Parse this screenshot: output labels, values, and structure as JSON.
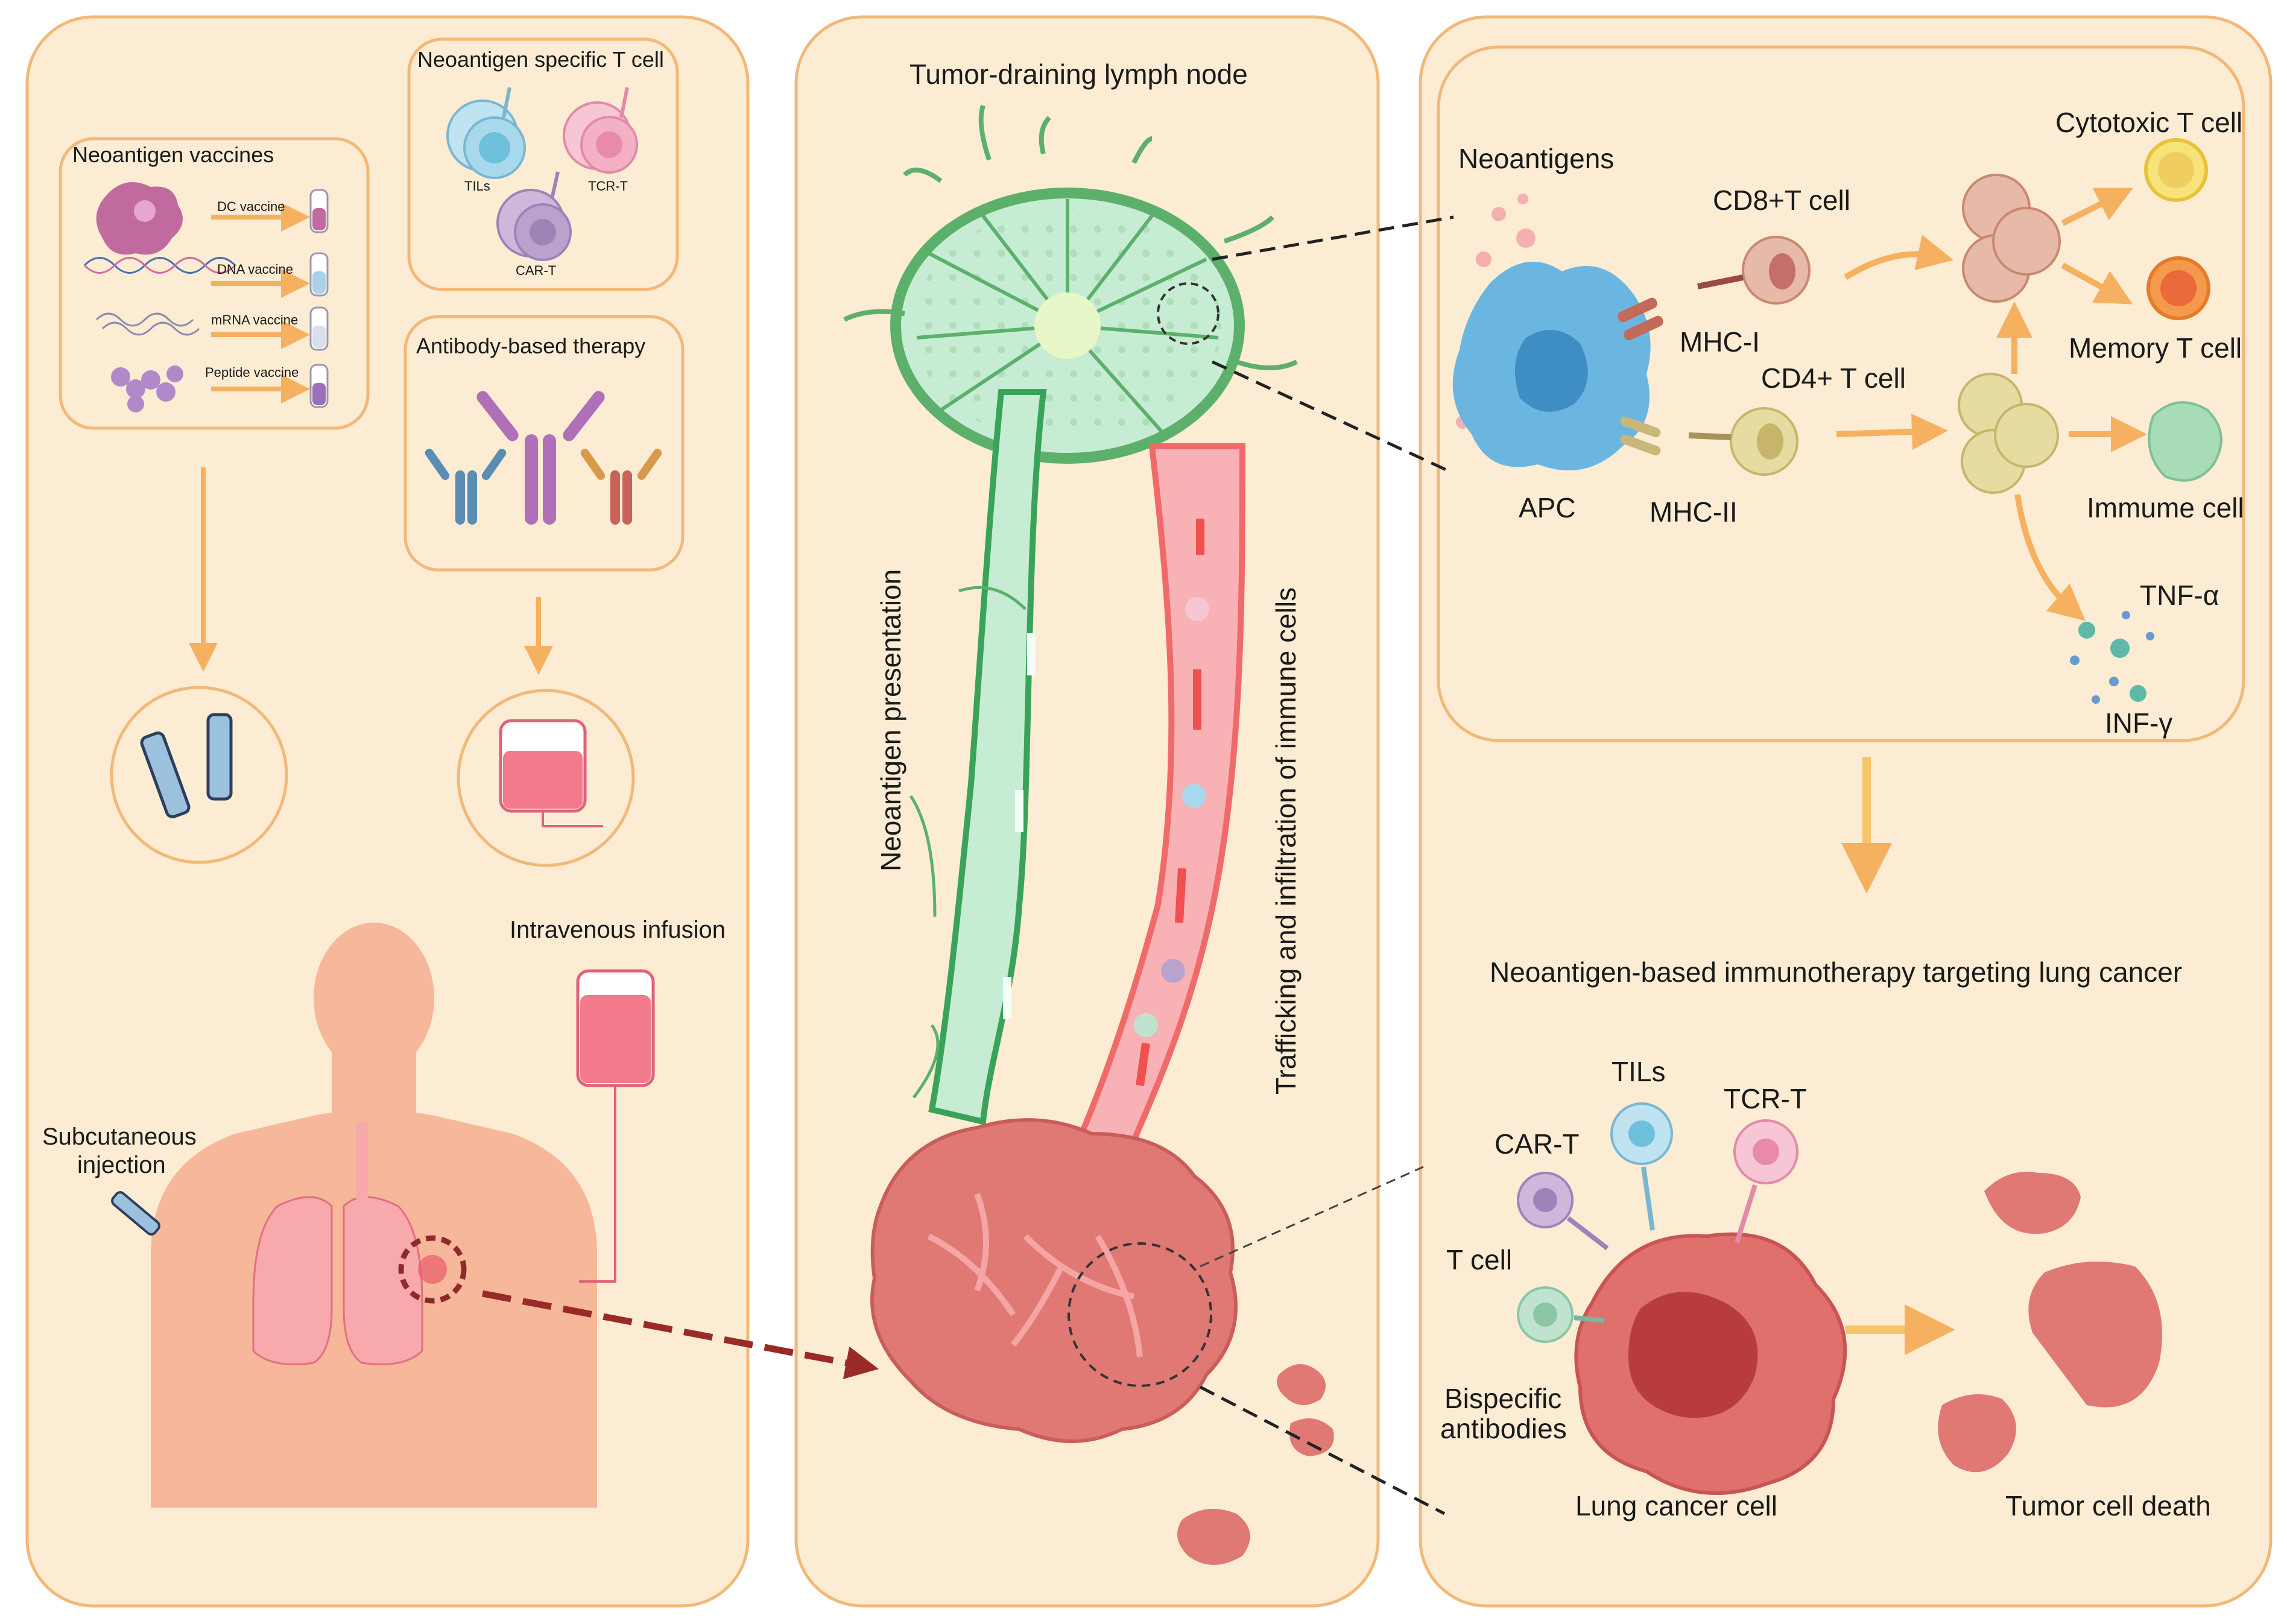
{
  "left_panel": {
    "vaccines_title": "Neoantigen vaccines",
    "vaccines": [
      "DC vaccine",
      "DNA vaccine",
      "mRNA vaccine",
      "Peptide vaccine"
    ],
    "tcell_title": "Neoantigen specific T cell",
    "tcells": [
      "TILs",
      "TCR-T",
      "CAR-T"
    ],
    "antibody_title": "Antibody-based therapy",
    "iv_label": "Intravenous infusion",
    "subq_label": [
      "Subcutaneous",
      "injection"
    ]
  },
  "middle_panel": {
    "title": "Tumor-draining lymph node",
    "left_vessel_label": "Neoantigen presentation",
    "right_vessel_label": "Trafficking and infiltration  of immune cells"
  },
  "right_panel": {
    "neoantigens": "Neoantigens",
    "cd8": "CD8+T cell",
    "mhc1": "MHC-I",
    "cd4": "CD4+ T cell",
    "mhc2": "MHC-II",
    "apc": "APC",
    "cytotoxic": "Cytotoxic T cell",
    "memory": "Memory T cell",
    "immune": "Immume cell",
    "tnf": "TNF-α",
    "inf": "INF-γ",
    "headline": "Neoantigen-based immunotherapy targeting lung cancer",
    "tils": "TILs",
    "tcrt": "TCR-T",
    "cart": "CAR-T",
    "tcell": "T cell",
    "bispecific": [
      "Bispecific",
      "antibodies"
    ],
    "lung_cell": "Lung cancer cell",
    "death": "Tumor cell death"
  },
  "colors": {
    "panel_fill": "#fbecd3",
    "panel_border": "#f2b878",
    "arrow": "#f5b060",
    "node_green": "#6cc07a",
    "vessel_red": "#f07a7a",
    "tumor": "#e07873"
  }
}
